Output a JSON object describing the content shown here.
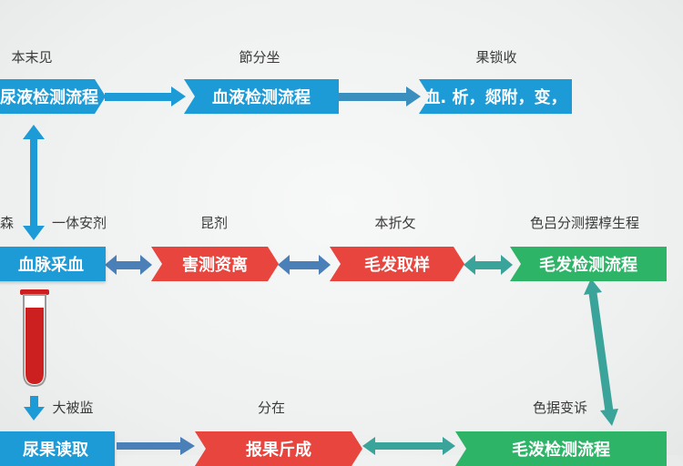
{
  "colors": {
    "blue": "#1d9bd7",
    "red": "#e8453f",
    "green": "#2eb467",
    "steel_arrow": "#4a7fb8",
    "teal_arrow": "#3aa39a",
    "tube_blood": "#cc1f1f"
  },
  "row1": {
    "labels": [
      "本末见",
      "節分坐",
      "果锁收"
    ],
    "boxes": [
      "尿液检测流程",
      "血液检测流程",
      "血. 析，郯附，变，"
    ]
  },
  "row2": {
    "labels": [
      "森",
      "一体安剂",
      "昆剂",
      "本折攵",
      "色吕分测摆椁生程"
    ],
    "boxes": [
      "血脉采血",
      "害测资离",
      "毛发取样",
      "毛发检测流程"
    ]
  },
  "row3": {
    "labels": [
      "大被监",
      "分在",
      "色据变诉"
    ],
    "boxes": [
      "尿果读取",
      "报果斤成",
      "毛泼检测流程"
    ]
  }
}
